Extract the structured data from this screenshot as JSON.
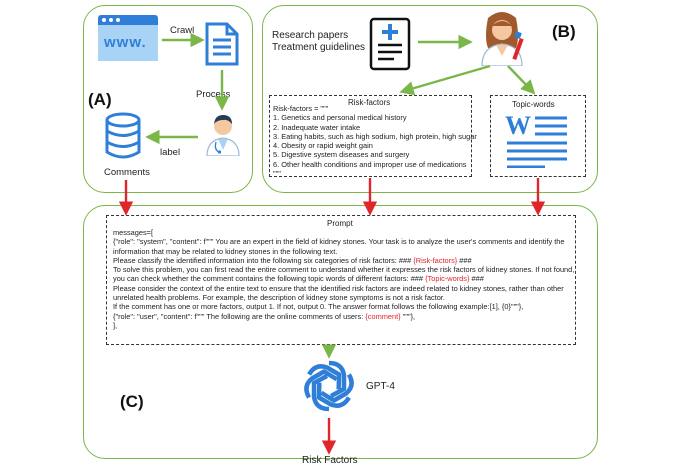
{
  "panels": {
    "a_label": "(A)",
    "b_label": "(B)",
    "c_label": "(C)"
  },
  "panel_a": {
    "www_text": "www.",
    "crawl": "Crawl",
    "process": "Process",
    "label": "label",
    "comments": "Comments"
  },
  "panel_b": {
    "sources_line1": "Research papers",
    "sources_line2": "Treatment guidelines",
    "risk_title": "Risk-factors",
    "risk_open": "Risk-factors = \"\"\"",
    "risk_items": [
      "1. Genetics and personal medical history",
      "2. Inadequate water intake",
      "3. Eating habits, such as high sodium, high protein, high sugar",
      "4. Obesity or rapid weight gain",
      "5. Digestive system diseases and surgery",
      "6. Other health conditions and improper use of medications"
    ],
    "risk_close": "\"\"\"",
    "topic_title": "Topic-words"
  },
  "panel_c": {
    "prompt_title": "Prompt",
    "line01": "messages=[",
    "line02": "{\"role\": \"system\", \"content\": f\"\"\" You are an expert in the field of kidney stones. Your task is to analyze the user's comments and identify the",
    "line03": "information that may be related to kidney stones in the following text.",
    "line04_a": "Please classify the identified information into the following six categories of risk factors: ### ",
    "line04_red": "{Risk-factors}",
    "line04_b": " ###",
    "line05": "To solve this problem, you can first read the entire comment to understand whether it expresses the risk factors of kidney stones. If not found,",
    "line06_a": "you can check whether the comment contains the following topic words of different factors: ### ",
    "line06_red": "{Topic-words}",
    "line06_b": " ###",
    "line07": "Please consider the context of the entire text to ensure that the identified risk factors are indeed related to kidney stones, rather than other",
    "line08": "unrelated health problems. For example, the description of kidney stone symptoms is not a risk factor.",
    "line09": "If the comment has one or more factors, output 1. If not, output 0. The answer format follows the following example:[1], {0}\"\"\"},",
    "line10_a": "{\"role\": \"user\", \"content\": f\"\"\" The following are the online comments of users: ",
    "line10_red": "{comment}",
    "line10_b": " \"\"\"},",
    "line11": "],",
    "gpt_label": "GPT-4",
    "output_label": "Risk Factors"
  },
  "colors": {
    "green": "#7ab648",
    "red": "#e0262a",
    "blue": "#2f7fd8"
  }
}
